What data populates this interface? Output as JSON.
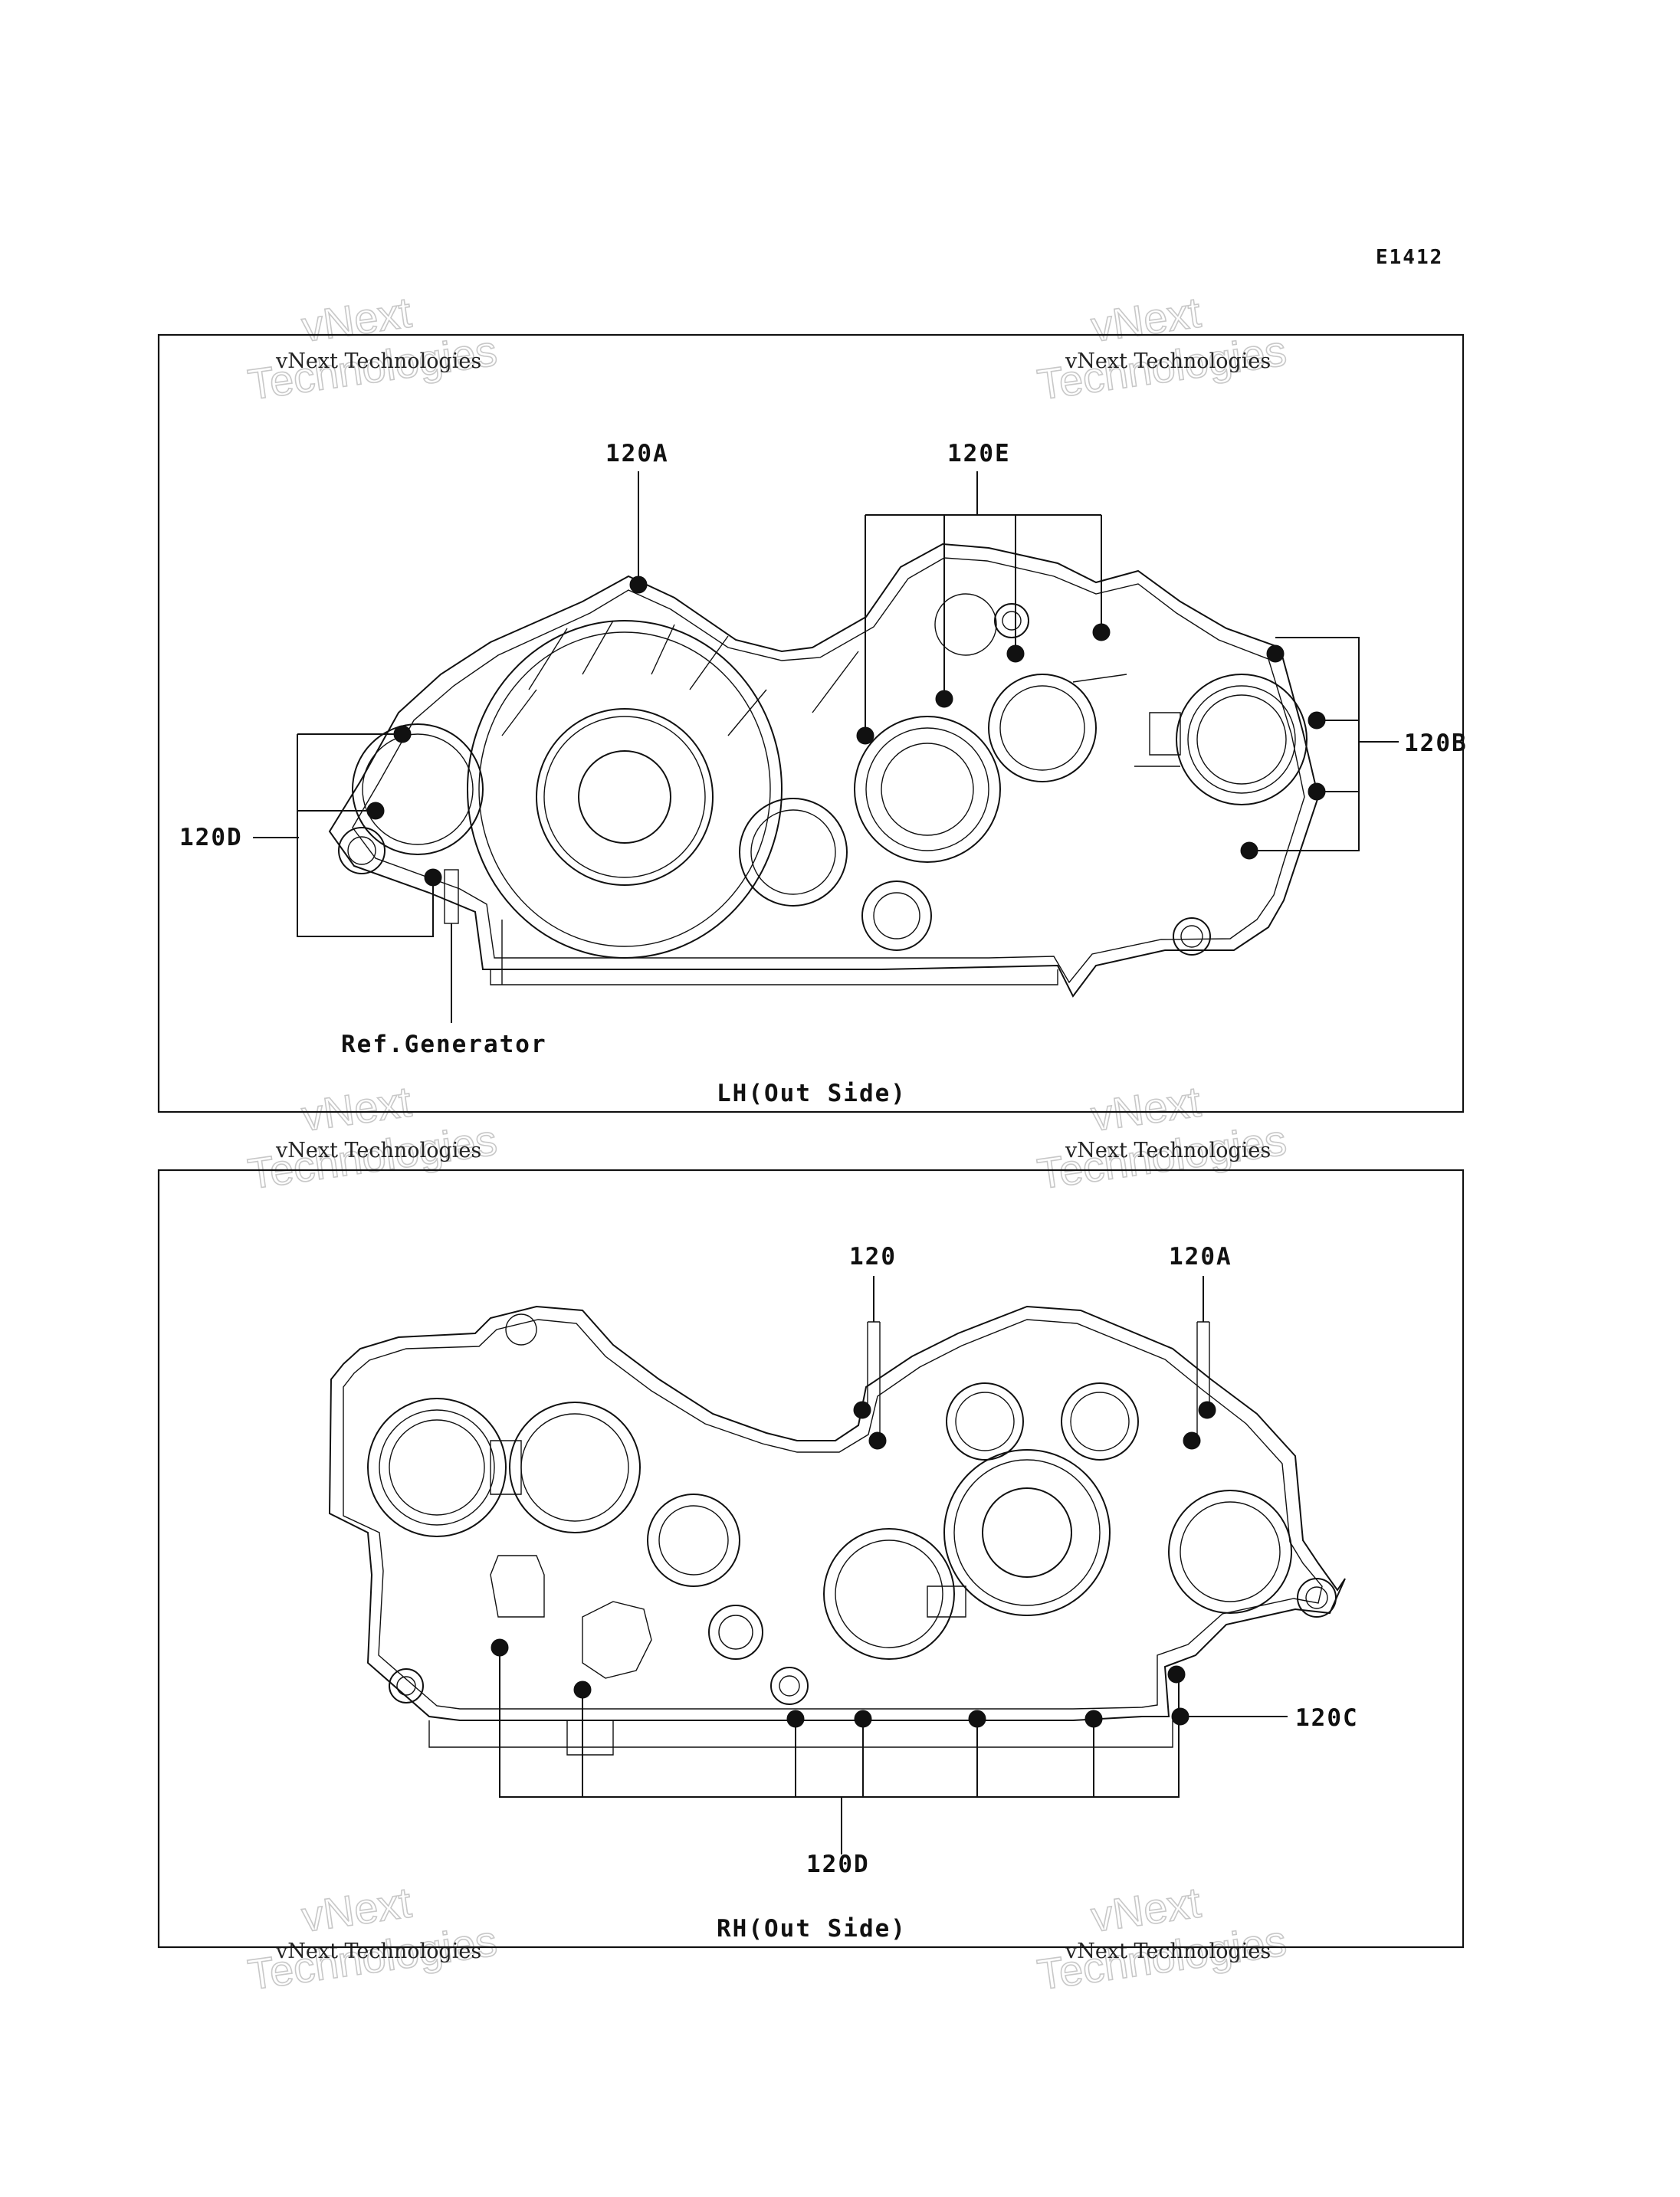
{
  "diagram_code": "E1412",
  "watermark": {
    "company": "vNext Technologies",
    "big_1": "vNext",
    "big_2": "Technologies"
  },
  "panels": {
    "lh": {
      "title": "LH(Out Side)",
      "callouts": {
        "a": "120A",
        "e": "120E",
        "b": "120B",
        "d": "120D",
        "ref": "Ref.Generator"
      }
    },
    "rh": {
      "title": "RH(Out Side)",
      "callouts": {
        "plain": "120",
        "a": "120A",
        "c": "120C",
        "d": "120D"
      }
    }
  }
}
